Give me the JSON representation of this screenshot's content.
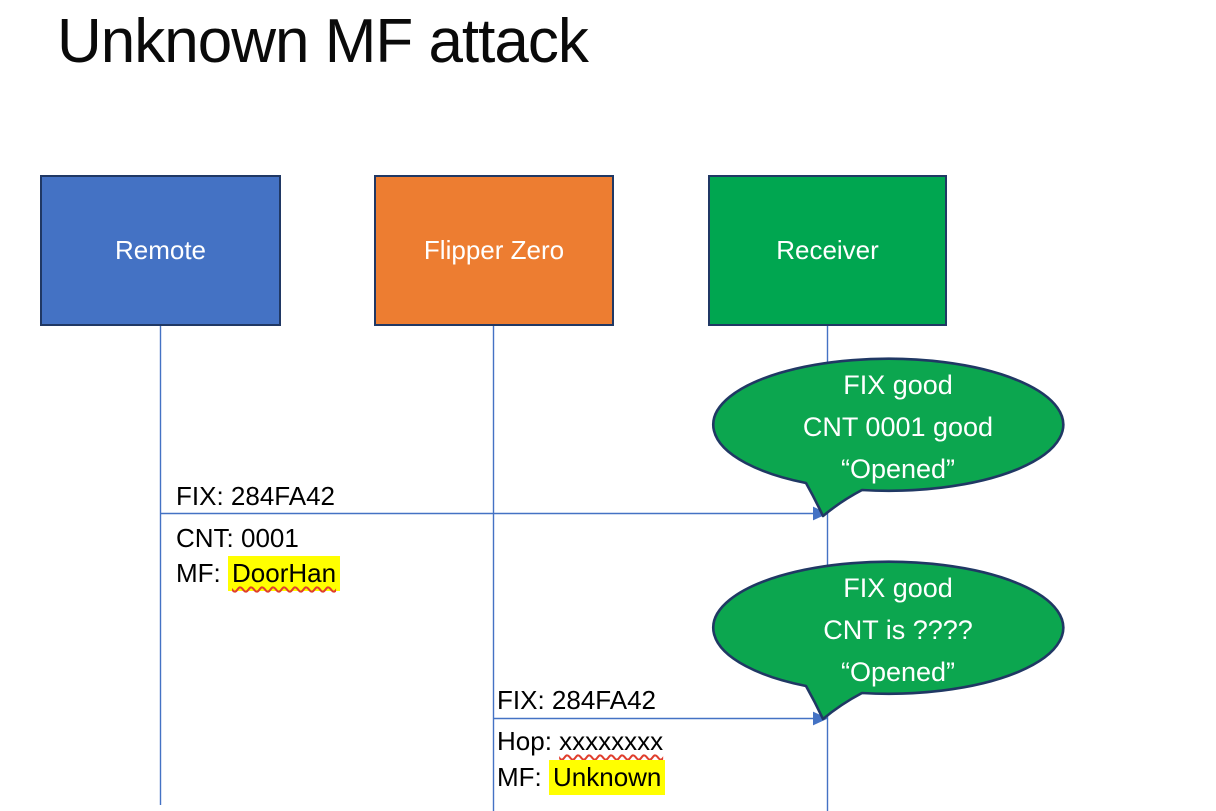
{
  "slide": {
    "title": "Unknown MF attack"
  },
  "actors": [
    {
      "id": "remote",
      "label": "Remote",
      "fill": "#4472C4"
    },
    {
      "id": "flipper-zero",
      "label": "Flipper Zero",
      "fill": "#ED7D31"
    },
    {
      "id": "receiver",
      "label": "Receiver",
      "fill": "#00A650"
    }
  ],
  "messages": [
    {
      "from": "remote",
      "to": "receiver",
      "lines": [
        {
          "prefix": "FIX: 284FA42"
        },
        {
          "prefix": "CNT: 0001"
        },
        {
          "prefix": "MF: ",
          "value": "DoorHan",
          "decoration": "highlight+squiggle"
        }
      ]
    },
    {
      "from": "flipper-zero",
      "to": "receiver",
      "lines": [
        {
          "prefix": "FIX: 284FA42"
        },
        {
          "prefix": "Hop: ",
          "value": "xxxxxxxx",
          "decoration": "squiggle"
        },
        {
          "prefix": "MF: ",
          "value": "Unknown",
          "decoration": "highlight"
        }
      ]
    }
  ],
  "callouts": [
    {
      "lines": [
        "FIX good",
        "CNT 0001 good",
        "“Opened”"
      ]
    },
    {
      "lines": [
        "FIX good",
        "CNT is ????",
        "“Opened”"
      ]
    }
  ],
  "colors": {
    "remote_fill": "#4472C4",
    "flipper_fill": "#ED7D31",
    "receiver_fill": "#00A650",
    "callout_fill": "#0CA64F",
    "shape_outline": "#203864",
    "connector_blue": "#4472C4",
    "highlight_yellow": "#FFFF00",
    "squiggle_red": "#E03E2D",
    "title_color": "#0a0a0a",
    "callout_text": "#ffffff"
  }
}
